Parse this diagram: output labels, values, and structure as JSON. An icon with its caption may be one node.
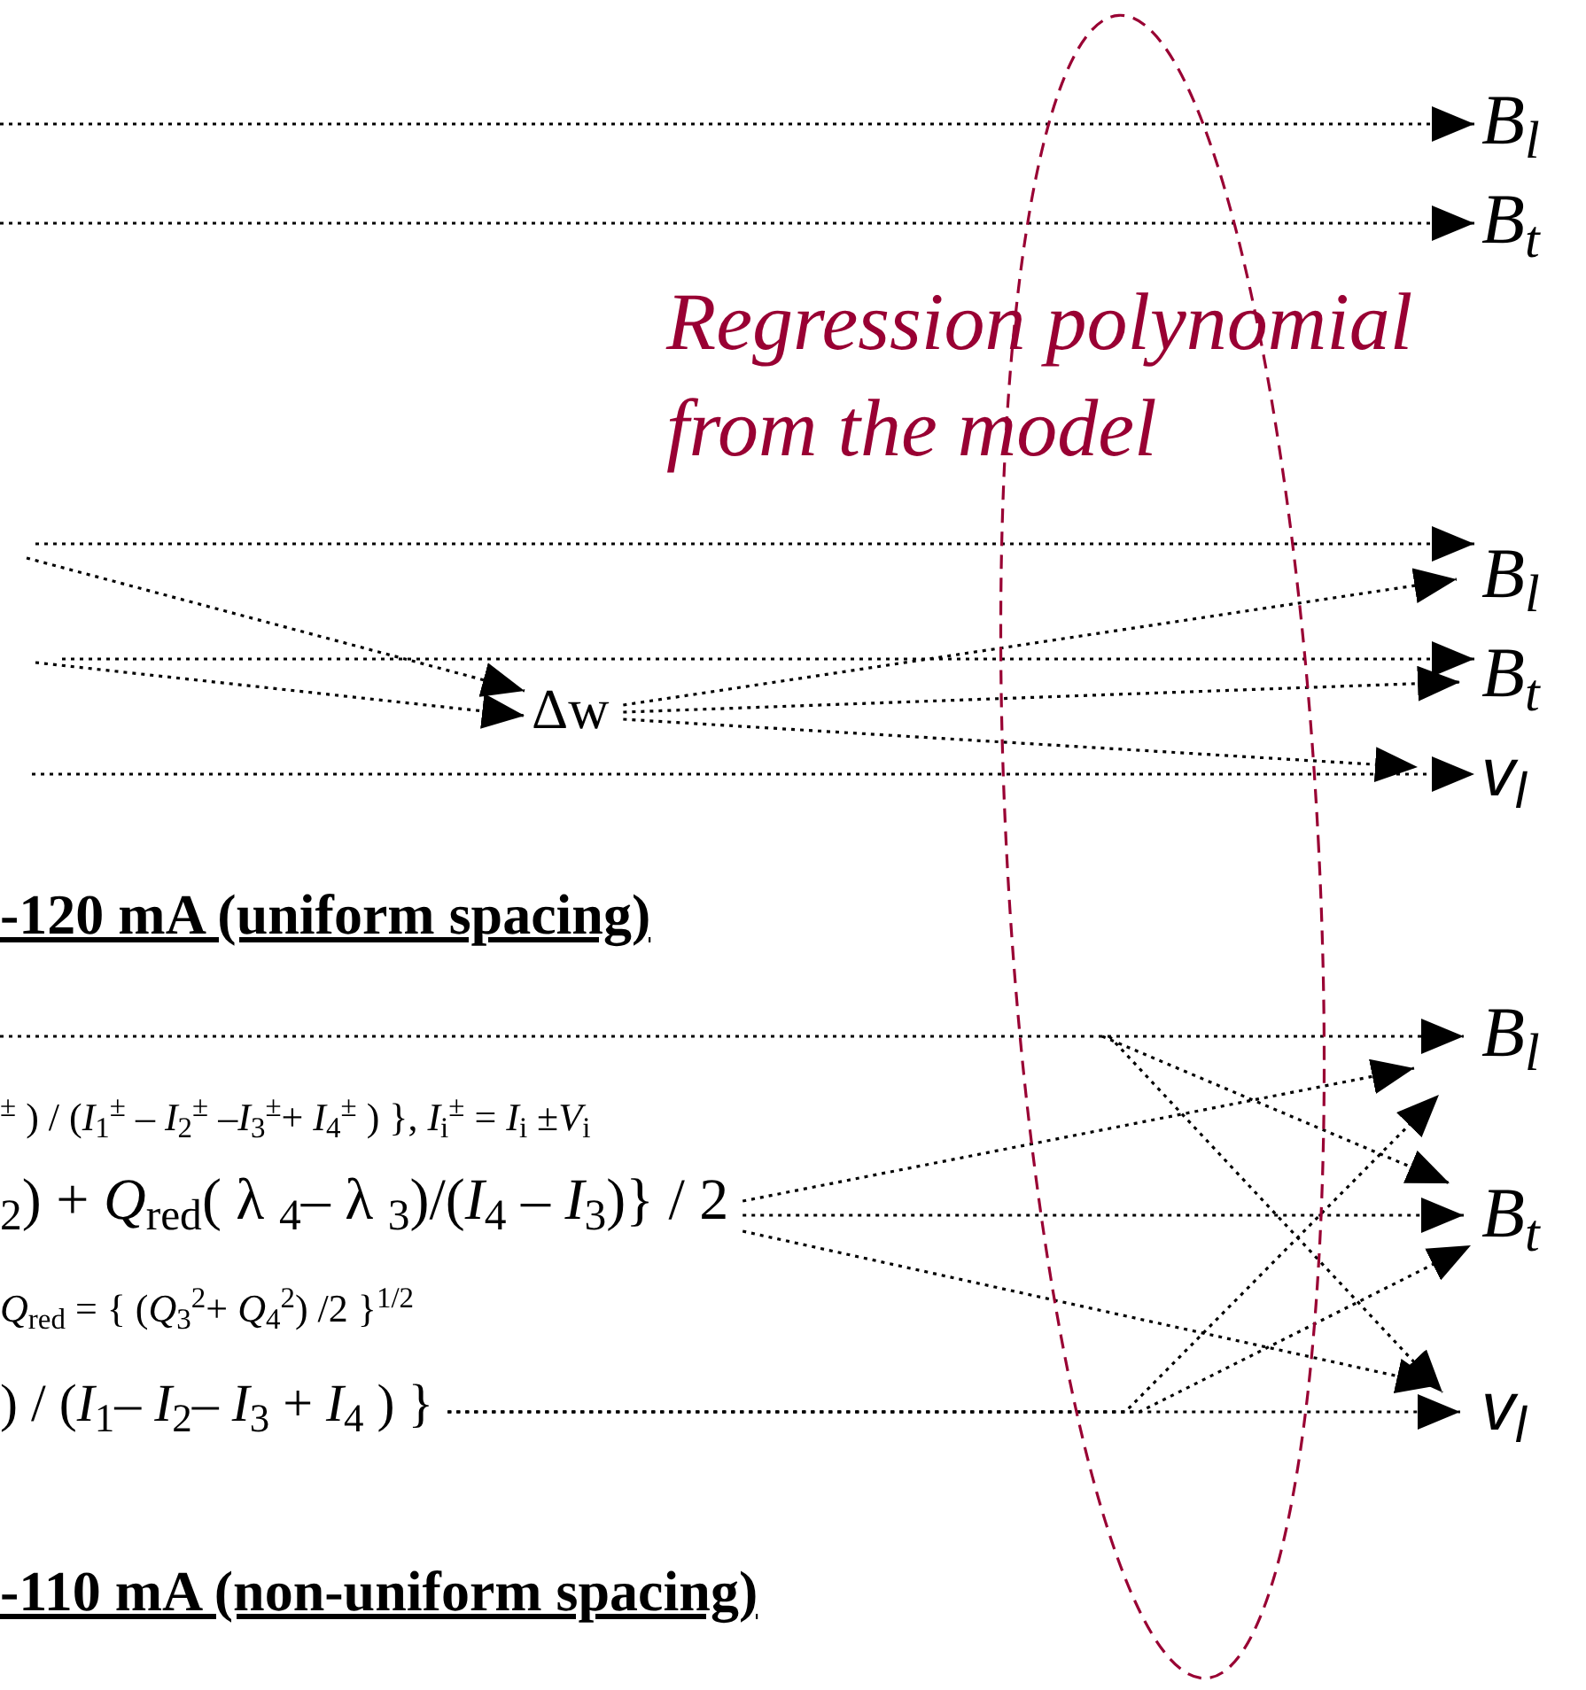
{
  "diagram": {
    "nodes": [
      {
        "text": [
          "B$_{l}$"
        ]
      },
      {
        "text": [
          "B$_{t}$"
        ]
      },
      {
        "text": [
          "B$_{l}$"
        ]
      },
      {
        "text": [
          "B$_{t}$"
        ]
      },
      {
        "text": [
          "v$_{l}$"
        ]
      },
      {
        "text": [
          "Δw"
        ]
      },
      {
        "text": [
          "B$_{l}$"
        ]
      },
      {
        "text": [
          "B$_{t}$"
        ]
      },
      {
        "text": [
          "v$_{l}$"
        ]
      },
      {
        "text": [
          "$_{2}$) + *Q*$_{red}$( λ $_{4}$– λ $_{3}$)/(*I*$_{4}$ – *I*$_{3}$)} / 2"
        ]
      },
      {
        "text": [
          ") / (*I*$_{1}$– *I*$_{2}$– *I*$_{3}$ + *I*$_{4}$ ) }"
        ]
      }
    ],
    "edges": [
      {
        "from": null,
        "to": 0,
        "arrow": "to"
      },
      {
        "from": null,
        "to": 1,
        "arrow": "to"
      },
      {
        "from": null,
        "to": 2,
        "arrow": "to"
      },
      {
        "from": null,
        "to": 5,
        "arrow": "to"
      },
      {
        "from": null,
        "to": 5,
        "arrow": "to"
      },
      {
        "from": null,
        "to": 3,
        "arrow": "to"
      },
      {
        "from": null,
        "to": 4,
        "arrow": "to"
      },
      {
        "from": 5,
        "to": 2,
        "arrow": "to"
      },
      {
        "from": 5,
        "to": 3,
        "arrow": "to"
      },
      {
        "from": 5,
        "to": 4,
        "arrow": "to"
      },
      {
        "from": null,
        "to": 6,
        "arrow": "to"
      },
      {
        "from": null,
        "to": 7,
        "arrow": "to"
      },
      {
        "from": null,
        "to": 8,
        "arrow": "to"
      },
      {
        "from": 9,
        "to": 6,
        "arrow": "to"
      },
      {
        "from": 9,
        "to": 7,
        "arrow": "to"
      },
      {
        "from": 9,
        "to": 8,
        "arrow": "to"
      },
      {
        "from": 10,
        "to": 8,
        "arrow": "to"
      },
      {
        "from": 10,
        "to": 6,
        "arrow": "to"
      },
      {
        "from": 10,
        "to": 7,
        "arrow": "to"
      }
    ],
    "labels": [
      "Regression polynomial from the model",
      "-120 mA (uniform spacing)",
      "$^{±}$ ) / (*I*$_{1}$$^{±}$ – *I*$_{2}$$^{±}$ –*I*$_{3}$$^{±}$+ *I*$_{4}$$^{±}$ ) },   *I*$_{i}$$^{±}$ = *I*$_{i}$ ±*V*$_{i}$",
      "*Q*$_{red}$ = { (*Q*$_{3}$$^{2}$+ *Q*$_{4}$$^{2}$) /2 }$^{1/2}$",
      "-110 mA (non-uniform spacing)"
    ]
  }
}
